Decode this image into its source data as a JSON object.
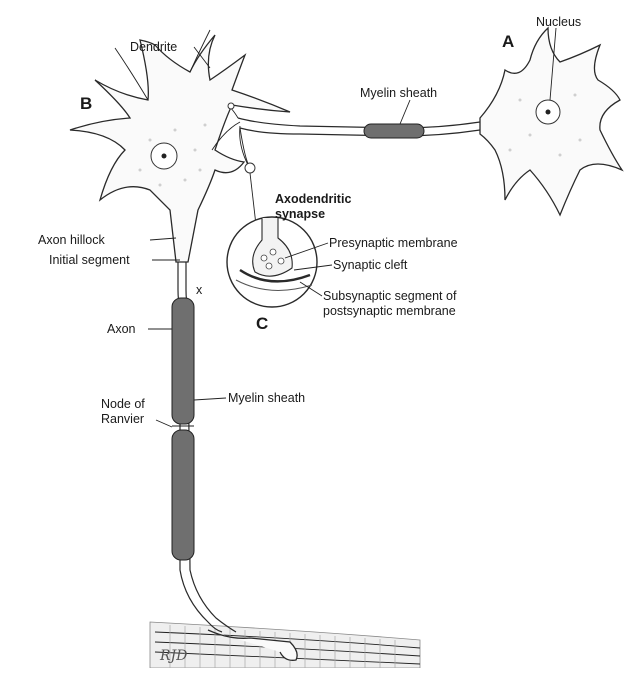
{
  "labels": {
    "dendrite": "Dendrite",
    "nucleus": "Nucleus",
    "neuron_a": "A",
    "neuron_b": "B",
    "myelin_sheath_top": "Myelin sheath",
    "axodendritic_synapse_line1": "Axodendritic",
    "axodendritic_synapse_line2": "synapse",
    "axon_hillock": "Axon hillock",
    "initial_segment": "Initial segment",
    "x_marker": "x",
    "presynaptic_membrane": "Presynaptic membrane",
    "synaptic_cleft": "Synaptic cleft",
    "subsynaptic_line1": "Subsynaptic segment of",
    "subsynaptic_line2": "postsynaptic membrane",
    "panel_c": "C",
    "axon": "Axon",
    "node_of_ranvier_line1": "Node of",
    "node_of_ranvier_line2": "Ranvier",
    "myelin_sheath_axon": "Myelin sheath",
    "artist_initials": "RJD"
  }
}
